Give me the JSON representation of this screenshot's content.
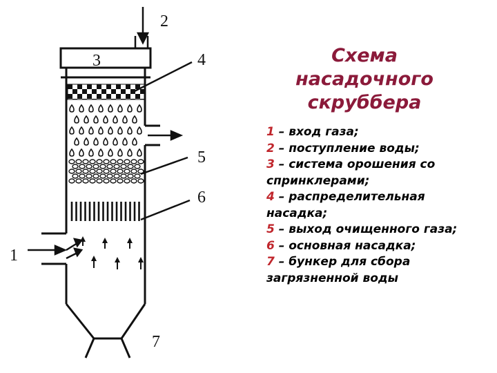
{
  "title": "Схема насадочного скруббера",
  "callouts": [
    "1",
    "2",
    "3",
    "4",
    "5",
    "6",
    "7"
  ],
  "legend": [
    {
      "n": "1",
      "text": "вход газа;"
    },
    {
      "n": "2",
      "text": "поступление воды;"
    },
    {
      "n": "3",
      "text": "система орошения со спринклерами;"
    },
    {
      "n": "4",
      "text": "распределительная насадка;"
    },
    {
      "n": "5",
      "text": "выход очищенного газа;"
    },
    {
      "n": "6",
      "text": "основная насадка;"
    },
    {
      "n": "7",
      "text": "бункер для сбора загрязненной воды"
    }
  ],
  "colors": {
    "title": "#8b1a3a",
    "legend_number": "#c0262c",
    "legend_text": "#000000",
    "line": "#111111"
  }
}
